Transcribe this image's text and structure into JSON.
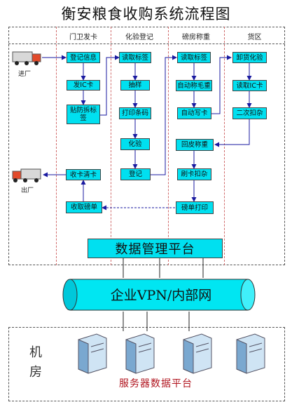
{
  "title": "衡安粮食收购系统流程图",
  "columns": [
    "门卫发卡",
    "化验登记",
    "磅房称重",
    "货区"
  ],
  "trucks": {
    "in_label": "进厂",
    "out_label": "出厂"
  },
  "boxes": {
    "gate": [
      "登记信息",
      "发IC卡",
      "贴防拆标签",
      "收卡清卡",
      "收取磅单"
    ],
    "lab": [
      "读取标签",
      "抽样",
      "打印条码",
      "化验",
      "登记"
    ],
    "weigh": [
      "读取标签",
      "自动称毛重",
      "自动写卡",
      "回皮称重",
      "刷卡扣杂",
      "磅单打印"
    ],
    "yard": [
      "卸货化验",
      "读取IC卡",
      "二次扣杂"
    ]
  },
  "platform": "数据管理平台",
  "network": "企业VPN/内部网",
  "machine_room": [
    "机",
    "房"
  ],
  "server_platform": "服务器数据平台",
  "colors": {
    "box": "#00e0f0",
    "cylinder": "#00e6f2",
    "server_label": "#b0141e"
  }
}
